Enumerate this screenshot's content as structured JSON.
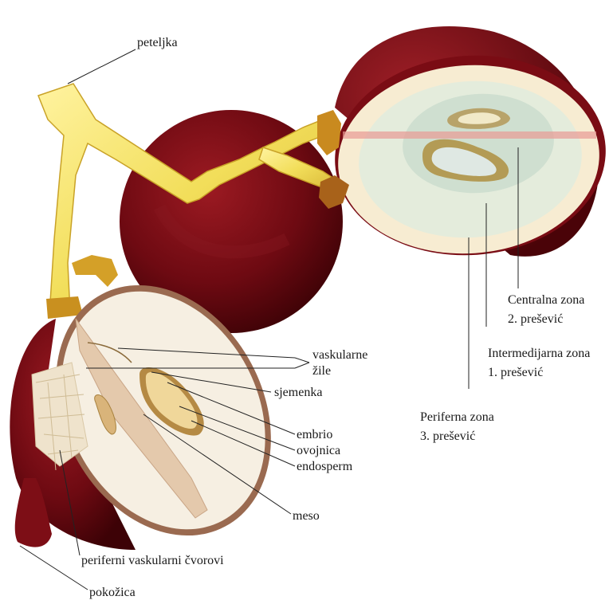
{
  "labels": {
    "stem": "peteljka",
    "vascular_line1": "vaskularne",
    "vascular_line2": "žile",
    "seed": "sjemenka",
    "embryo": "embrio",
    "seed_coat": "ovojnica",
    "endosperm": "endosperm",
    "flesh": "meso",
    "peripheral_nodes": "periferni vaskularni čvorovi",
    "skin": "pokožica",
    "central_zone_1": "Centralna zona",
    "central_zone_2": "2. prešević",
    "intermediate_zone_1": "Intermedijarna zona",
    "intermediate_zone_2": "1. prešević",
    "peripheral_zone_1": "Periferna zona",
    "peripheral_zone_2": "3. prešević"
  },
  "colors": {
    "grape_skin": "#6e0a12",
    "grape_skin_dark": "#3d0206",
    "stem": "#f2de5a",
    "stem_dark": "#c9a227",
    "flesh": "#f5ecd9",
    "flesh_light": "#f3f3ea",
    "central_zone": "#d4e4d6",
    "seed": "#f0d79a",
    "label_line": "#222222"
  }
}
